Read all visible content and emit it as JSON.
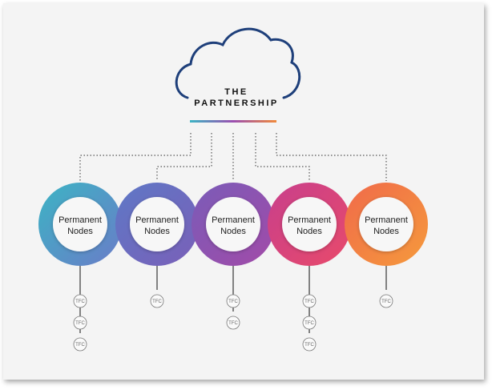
{
  "cloud": {
    "line1": "THE",
    "line2": "PARTNERSHIP"
  },
  "nodes": [
    {
      "line1": "Permanent",
      "line2": "Nodes",
      "color_a": "#3cb4c4",
      "color_b": "#6a7cc8",
      "tfc_count": 3
    },
    {
      "line1": "Permanent",
      "line2": "Nodes",
      "color_a": "#5e78c6",
      "color_b": "#7a5fb8",
      "tfc_count": 1
    },
    {
      "line1": "Permanent",
      "line2": "Nodes",
      "color_a": "#7a5cb8",
      "color_b": "#a24aa8",
      "tfc_count": 2
    },
    {
      "line1": "Permanent",
      "line2": "Nodes",
      "color_a": "#c83f8c",
      "color_b": "#e84a6a",
      "tfc_count": 3
    },
    {
      "line1": "Permanent",
      "line2": "Nodes",
      "color_a": "#f06a4a",
      "color_b": "#f59a3c",
      "tfc_count": 1
    }
  ],
  "tfc_label": "TFC",
  "colors": {
    "cloud_stroke": "#1e3f7a",
    "connector": "#555555",
    "bar_start": "#3cb4c4",
    "bar_mid": "#9b4fb0",
    "bar_end": "#f08a3c"
  }
}
